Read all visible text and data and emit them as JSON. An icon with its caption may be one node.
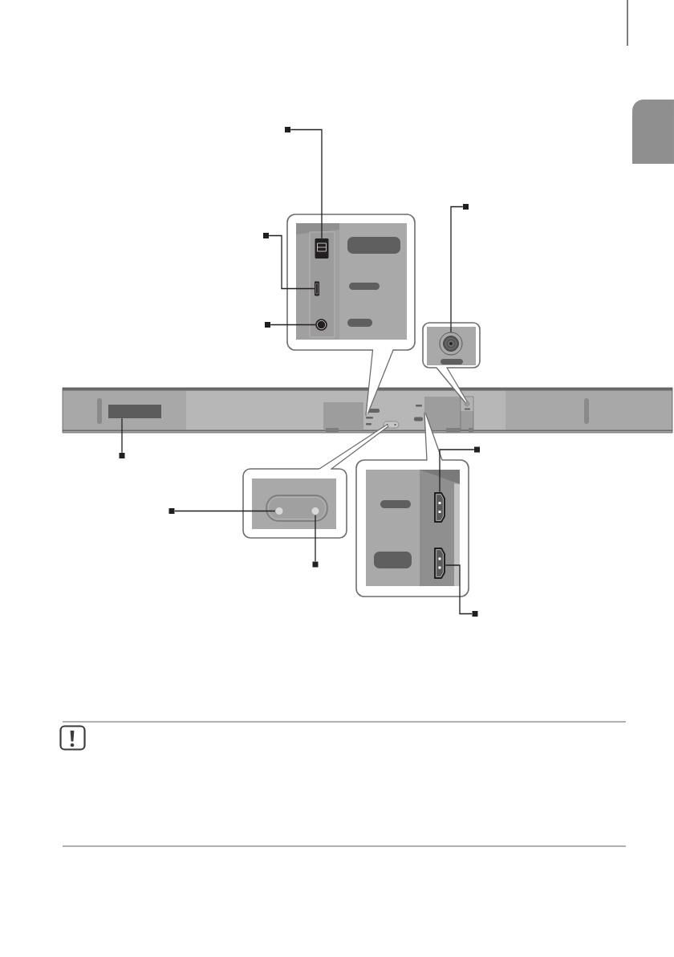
{
  "diagram": {
    "nodes": [
      {
        "text": [],
        "shape": "box"
      },
      {
        "text": [],
        "shape": "picture"
      },
      {
        "text": [],
        "shape": "box"
      },
      {
        "text": [],
        "shape": "picture"
      },
      {
        "text": [],
        "shape": "box"
      },
      {
        "text": [],
        "shape": "circle"
      },
      {
        "text": [],
        "shape": "box"
      },
      {
        "text": [],
        "shape": "circle"
      },
      {
        "text": [],
        "shape": "box"
      },
      {
        "text": [],
        "shape": "box"
      },
      {
        "text": [],
        "shape": "box"
      },
      {
        "text": [],
        "shape": "circle"
      },
      {
        "text": [],
        "shape": "box"
      },
      {
        "text": [],
        "shape": "circle"
      },
      {
        "text": [],
        "shape": "box"
      },
      {
        "text": [],
        "shape": "picture"
      },
      {
        "text": [],
        "shape": "box"
      },
      {
        "text": [],
        "shape": "picture"
      }
    ],
    "edges": [
      {
        "from": 0,
        "to": 1,
        "arrow": "none"
      },
      {
        "from": 2,
        "to": 3,
        "arrow": "none"
      },
      {
        "from": 4,
        "to": 5,
        "arrow": "none"
      },
      {
        "from": 6,
        "to": 7,
        "arrow": "none"
      },
      {
        "from": 8,
        "to": 9,
        "arrow": "none"
      },
      {
        "from": 10,
        "to": 11,
        "arrow": "none"
      },
      {
        "from": 12,
        "to": 13,
        "arrow": "none"
      },
      {
        "from": 14,
        "to": 15,
        "arrow": "none"
      },
      {
        "from": 16,
        "to": 17,
        "arrow": "none"
      }
    ]
  }
}
